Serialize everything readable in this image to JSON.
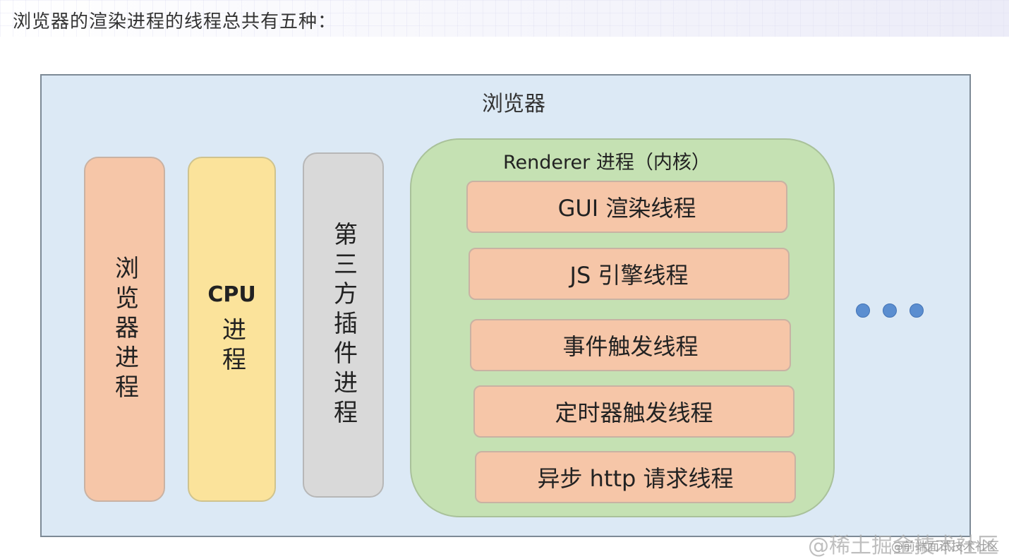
{
  "heading": "浏览器的渲染进程的线程总共有五种：",
  "diagram": {
    "browser_title": "浏览器",
    "processes": {
      "browser_process": "浏览器进程",
      "cpu_process_top": "CPU",
      "cpu_process_bottom": "进程",
      "plugin_process": "第三方插件进程"
    },
    "renderer": {
      "title": "Renderer 进程（内核）",
      "threads": [
        "GUI 渲染线程",
        "JS 引擎线程",
        "事件触发线程",
        "定时器触发线程",
        "异步 http 请求线程"
      ]
    },
    "colors": {
      "frame_bg": "#dce9f5",
      "renderer_bg": "#c5e1b3",
      "thread_bg": "#f6c6a8",
      "cpu_bg": "#fbe39b",
      "plugin_bg": "#d9d9d9",
      "dot": "#5b8ed0"
    }
  },
  "watermark": "@稀土掘金技术社区",
  "watermark_small": "@前端面试技术社区"
}
